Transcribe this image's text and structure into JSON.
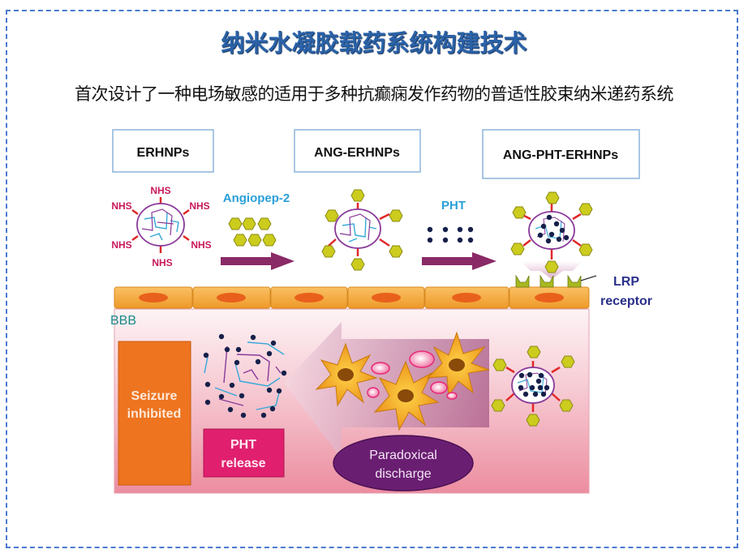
{
  "slide": {
    "title": "纳米水凝胶载药系统构建技术",
    "subtitle": "首次设计了一种电场敏感的适用于多种抗癫痫发作药物的普适性胶束纳米递药系统"
  },
  "figure": {
    "stages": [
      {
        "label": "ERHNPs"
      },
      {
        "label": "ANG-ERHNPs"
      },
      {
        "label": "ANG-PHT-ERHNPs"
      }
    ],
    "surface_group_label": "NHS",
    "step1_reagent": "Angiopep-2",
    "step2_reagent": "PHT",
    "receptor_label_line1": "LRP",
    "receptor_label_line2": "receptor",
    "barrier_label": "BBB",
    "seizure_box_line1": "Seizure",
    "seizure_box_line2": "inhibited",
    "release_box_line1": "PHT",
    "release_box_line2": "release",
    "discharge_line1": "Paradoxical",
    "discharge_line2": "discharge",
    "colors": {
      "title": "#2a62a8",
      "frame_dash": "#4a7bd0",
      "nhs": "#c8185a",
      "angiopep": "#29a0d8",
      "hexagon": "#c8c81e",
      "arrow": "#8a2a66",
      "cell": "#f4a93a",
      "nucleus": "#e8601c",
      "receptor_text": "#2a2f8a",
      "bbb_text": "#1b8a8a",
      "seizure_box": "#ee7420",
      "release_box": "#e0206e",
      "discharge": "#6a1e72"
    }
  }
}
